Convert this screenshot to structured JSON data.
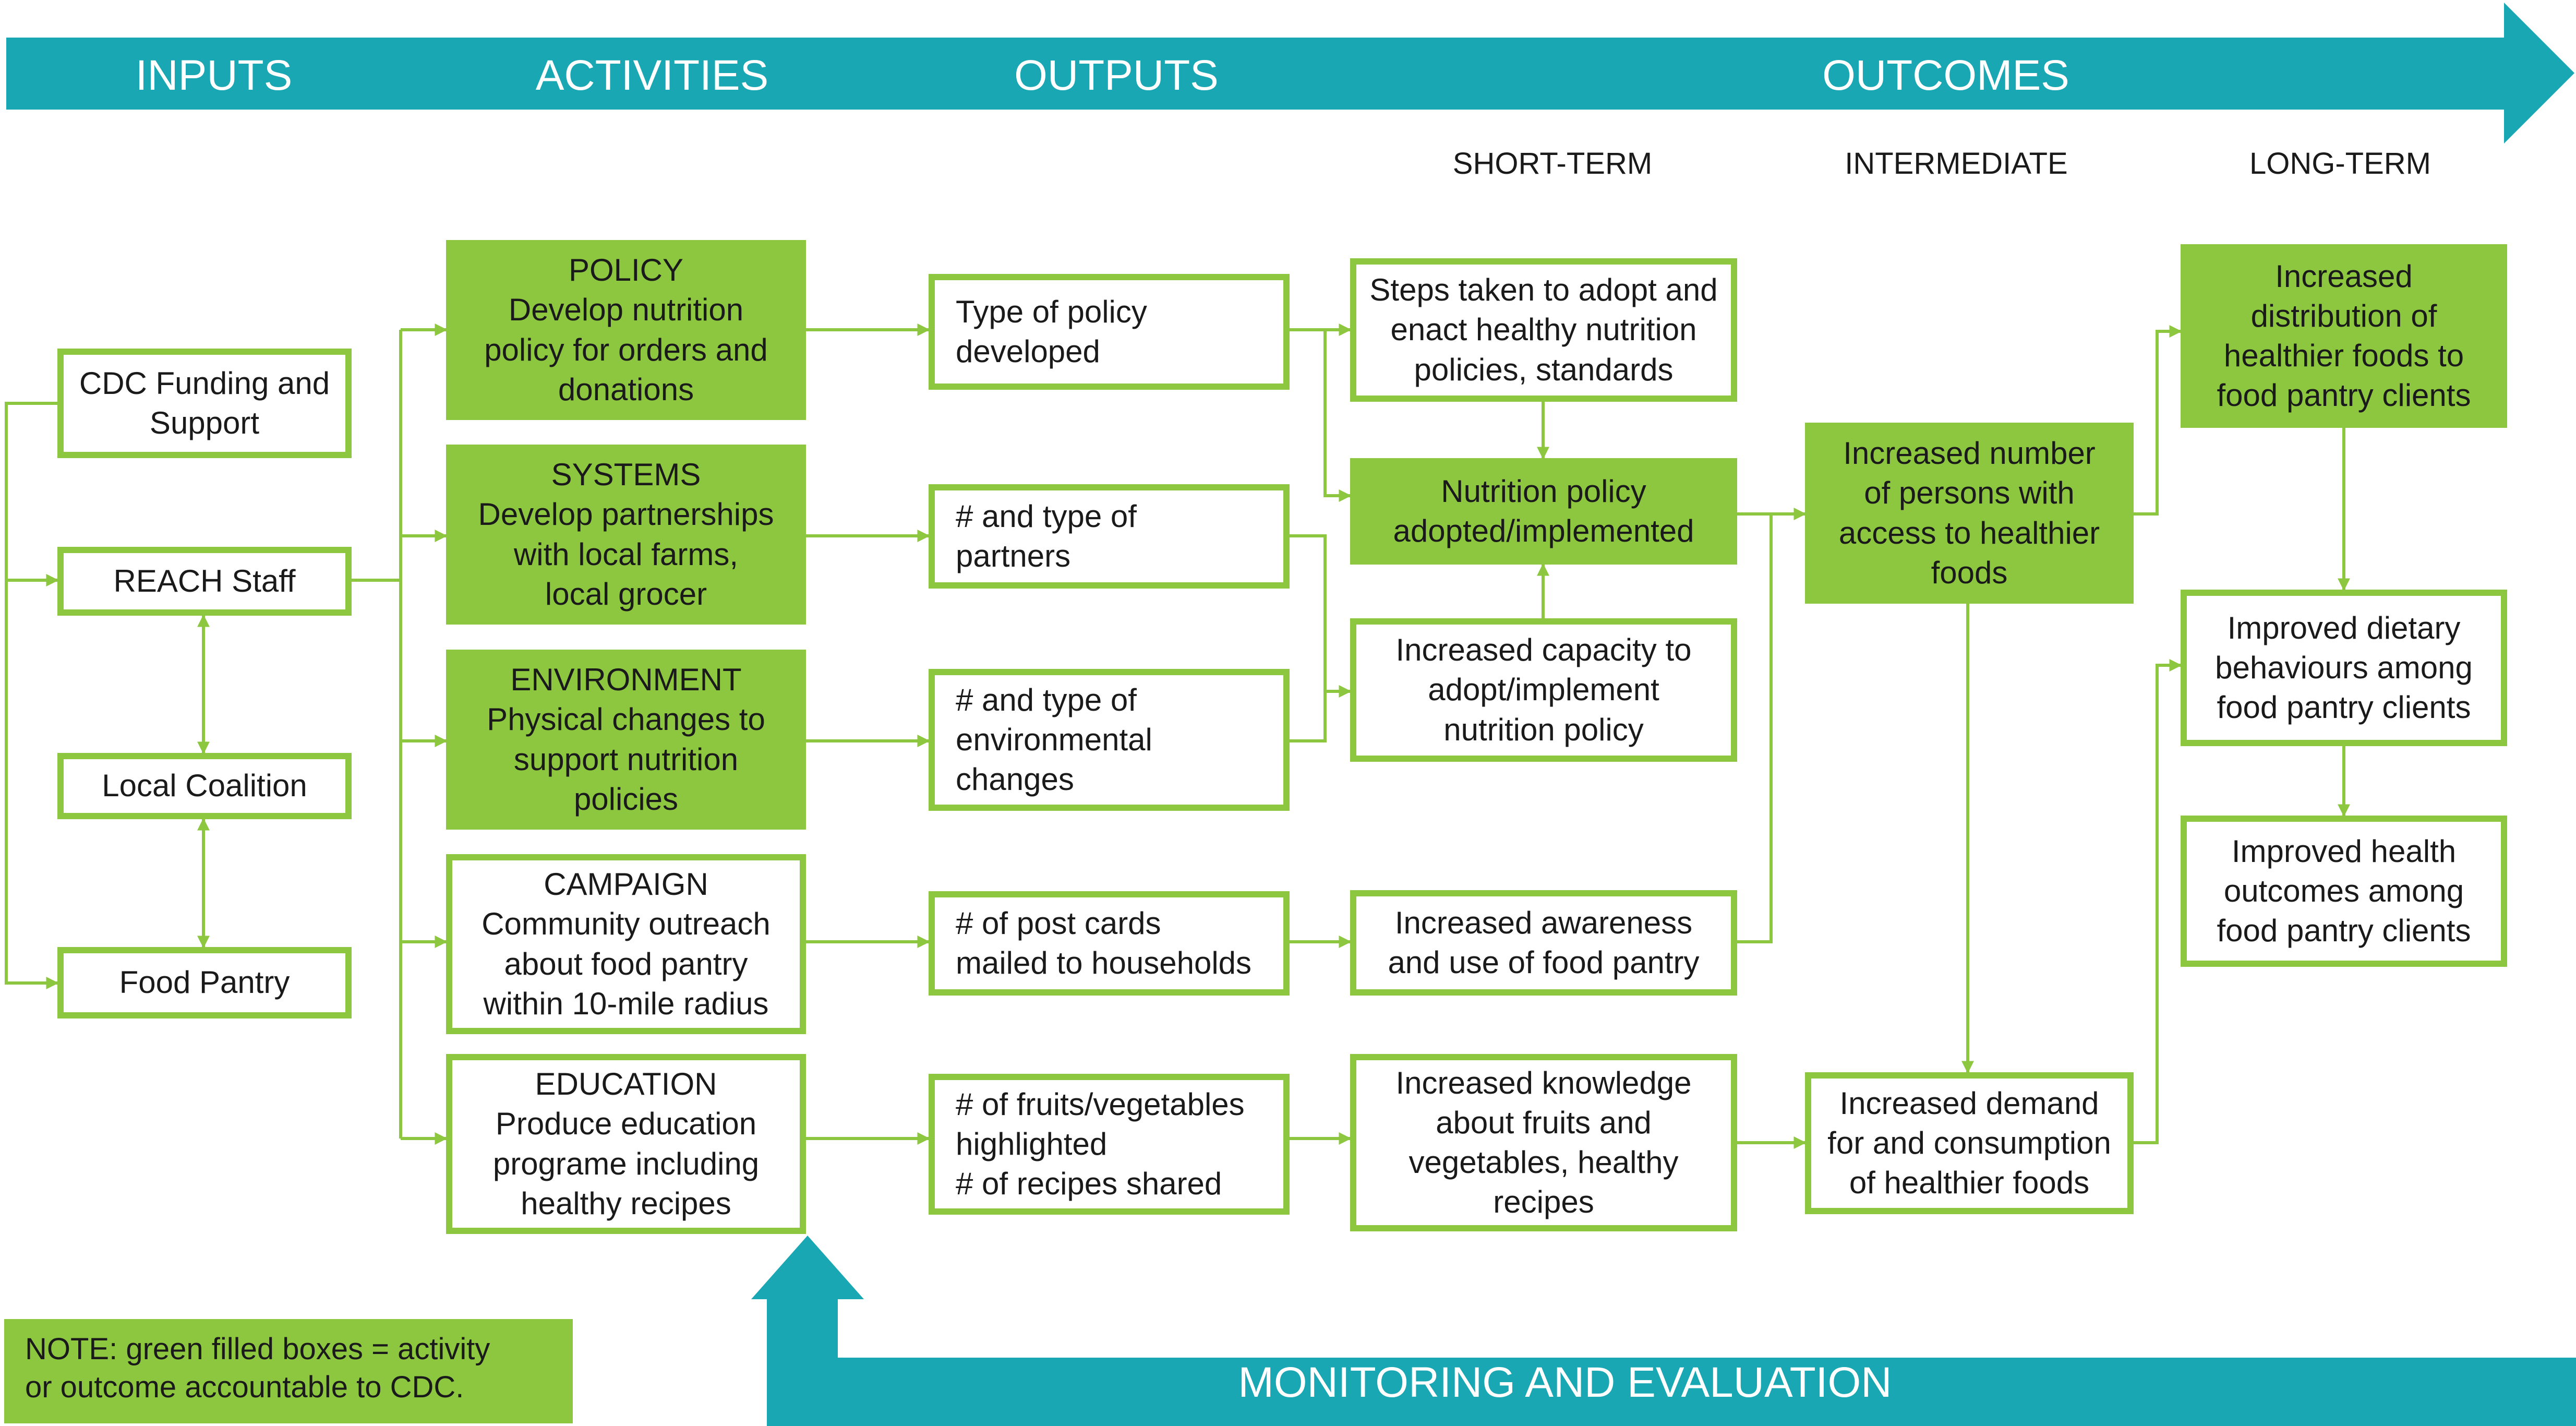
{
  "colors": {
    "teal": "#1aa7b4",
    "green": "#8dc63f",
    "white": "#ffffff",
    "text": "#1a1a1a"
  },
  "stages": {
    "inputs": "INPUTS",
    "activities": "ACTIVITIES",
    "outputs": "OUTPUTS",
    "outcomes": "OUTCOMES"
  },
  "terms": {
    "short": "SHORT-TERM",
    "intermediate": "INTERMEDIATE",
    "long": "LONG-TERM"
  },
  "inputs": {
    "cdc": [
      "CDC Funding and",
      "Support"
    ],
    "reach": [
      "REACH Staff"
    ],
    "coalition": [
      "Local Coalition"
    ],
    "pantry": [
      "Food Pantry"
    ]
  },
  "activities": {
    "policy": [
      "POLICY",
      "Develop nutrition",
      "policy for orders and",
      "donations"
    ],
    "systems": [
      "SYSTEMS",
      "Develop partnerships",
      "with local farms,",
      "local grocer"
    ],
    "environment": [
      "ENVIRONMENT",
      "Physical changes to",
      "support nutrition",
      "policies"
    ],
    "campaign": [
      "CAMPAIGN",
      "Community outreach",
      "about food pantry",
      "within 10-mile radius"
    ],
    "education": [
      "EDUCATION",
      "Produce education",
      "programe including",
      "healthy recipes"
    ]
  },
  "outputs": {
    "policy_type": [
      "Type of policy",
      "developed"
    ],
    "partners": [
      "# and type of",
      "partners"
    ],
    "env_changes": [
      "# and type of",
      "environmental",
      "changes"
    ],
    "postcards": [
      "# of post cards",
      "mailed to households"
    ],
    "fruits": [
      "# of fruits/vegetables",
      "highlighted",
      "# of recipes shared"
    ]
  },
  "short_term": {
    "steps": [
      "Steps taken to adopt and",
      "enact healthy nutrition",
      "policies, standards"
    ],
    "adopted": [
      "Nutrition policy",
      "adopted/implemented"
    ],
    "capacity": [
      "Increased capacity to",
      "adopt/implement",
      "nutrition policy"
    ],
    "awareness": [
      "Increased awareness",
      "and use of food pantry"
    ],
    "knowledge": [
      "Increased knowledge",
      "about fruits and",
      "vegetables, healthy",
      "recipes"
    ]
  },
  "intermediate": {
    "access": [
      "Increased number",
      "of persons with",
      "access to healthier",
      "foods"
    ],
    "demand": [
      "Increased demand",
      "for and consumption",
      "of healthier foods"
    ]
  },
  "long_term": {
    "distribution": [
      "Increased",
      "distribution of",
      "healthier foods to",
      "food pantry clients"
    ],
    "dietary": [
      "Improved dietary",
      "behaviours among",
      "food pantry clients"
    ],
    "health": [
      "Improved health",
      "outcomes among",
      "food pantry clients"
    ]
  },
  "note": [
    "NOTE: green filled boxes = activity",
    "or outcome accountable to CDC."
  ],
  "monitoring": "MONITORING AND EVALUATION"
}
